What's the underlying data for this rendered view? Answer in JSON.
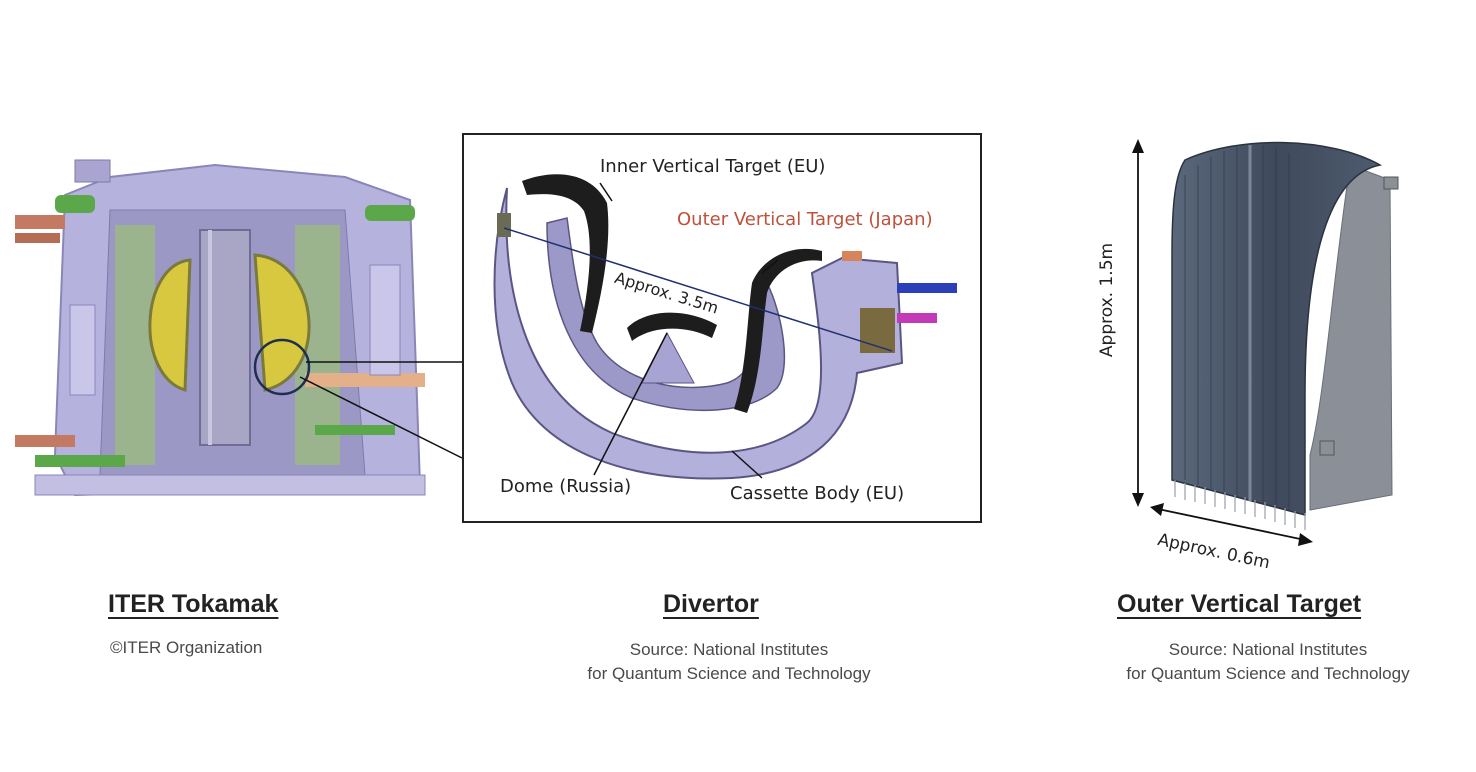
{
  "panels": {
    "tokamak": {
      "title": "ITER Tokamak",
      "credit": "©ITER Organization"
    },
    "divertor": {
      "title": "Divertor",
      "source_line1": "Source: National Institutes",
      "source_line2": "for Quantum Science and Technology",
      "labels": {
        "inner_vertical_target": "Inner Vertical Target (EU)",
        "outer_vertical_target": "Outer Vertical Target (Japan)",
        "dimension": "Approx. 3.5m",
        "dome": "Dome (Russia)",
        "cassette_body": "Cassette Body (EU)"
      }
    },
    "outer_vertical_target": {
      "title": "Outer Vertical Target",
      "source_line1": "Source: National Institutes",
      "source_line2": "for Quantum Science and Technology",
      "height_label": "Approx. 1.5m",
      "width_label": "Approx. 0.6m"
    }
  },
  "colors": {
    "machine_lavender": "#b4b0dc",
    "plasma_yellow": "#d8c840",
    "japan_accent": "#c0503a",
    "target_steel": "#4a5668"
  }
}
